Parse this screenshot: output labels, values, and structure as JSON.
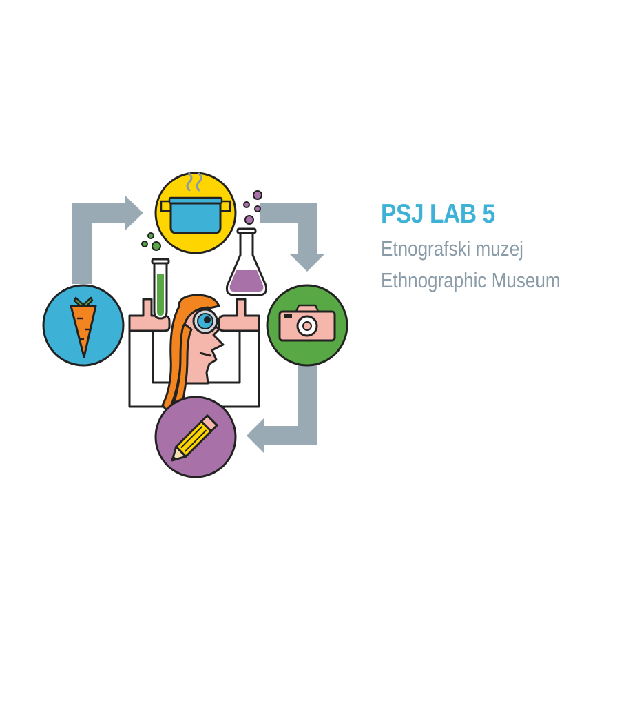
{
  "heading": {
    "title": "PSJ LAB 5",
    "subtitle_sl": "Etnografski muzej",
    "subtitle_en": "Ethnographic Museum"
  },
  "colors": {
    "title": "#3eb1d7",
    "subtitle": "#8a9ba8",
    "arrow": "#9aaab5",
    "carrot_circle": "#3eb1d7",
    "pot_circle": "#ffd500",
    "camera_circle": "#58a845",
    "pencil_circle": "#a872a8",
    "hair": "#f38520",
    "skin": "#f5b7ac",
    "tube_liquid": "#58a845",
    "flask_liquid": "#a872a8"
  },
  "icons": [
    "carrot-icon",
    "cooking-pot-icon",
    "camera-icon",
    "pencil-icon",
    "test-tube-icon",
    "flask-icon"
  ]
}
